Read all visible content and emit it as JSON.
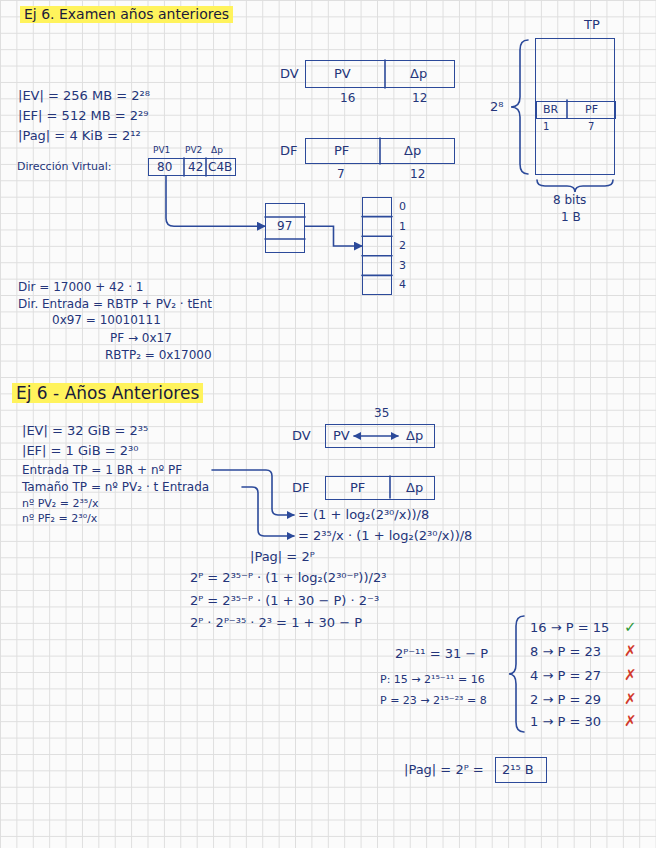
{
  "diagram": {
    "title": "Ej 6. Examen años anteriores",
    "nodes": [
      {
        "text": [
          "DV",
          "PV",
          "Δp"
        ]
      },
      {
        "text": [
          "DF",
          "PF",
          "Δp"
        ]
      },
      {
        "text": [
          "TP"
        ]
      },
      {
        "text": [
          "BR",
          "PF"
        ],
        "in": 2
      },
      {
        "text": [
          "Dirección Virtual:",
          "PV1",
          "PV2",
          "Δp",
          "80",
          "42",
          "C4B"
        ]
      },
      {
        "text": [
          "97"
        ]
      },
      {
        "text": [
          "0",
          "1",
          "2",
          "3",
          "4"
        ]
      },
      {
        "text": [
          "DV",
          "35",
          "PV",
          "Δp"
        ]
      },
      {
        "text": [
          "DF",
          "PF",
          "Δp"
        ]
      },
      {
        "text": [
          "2¹⁵ B"
        ]
      }
    ],
    "edges": [
      {
        "from": 4,
        "to": 5,
        "arrow": "to"
      },
      {
        "from": 5,
        "to": 6,
        "arrow": "to"
      }
    ],
    "labels": [
      "|EV| = 256 MB = 2²⁸",
      "|EF| = 512 MB = 2²⁹",
      "|Pag| = 4 KiB = 2¹²",
      "16",
      "12",
      "7",
      "12",
      "2⁸",
      "1",
      "7",
      "8 bits",
      "1 B",
      "Dir = 17000 + 42 · 1",
      "Dir. Entrada = RBTP + PV₂ · tEnt",
      "0x97 = 10010111",
      "PF → 0x17",
      "RBTP₂ = 0x17000",
      "Ej 6 - Años Anteriores",
      "|EV| = 32 GiB = 2³⁵",
      "|EF| = 1 GiB = 2³⁰",
      "Entrada TP = 1 BR + nº PF",
      "Tamaño TP = nº PV₂ · t Entrada",
      "nº PV₂ = 2³⁵/x",
      "nº PF₂ = 2³⁰/x",
      "= (1 + log₂(2³⁰/x))/8",
      "= 2³⁵/x · (1 + log₂(2³⁰/x))/8",
      "|Pag| = 2ᴾ",
      "2ᴾ = 2³⁵⁻ᴾ · (1 + log₂(2³⁰⁻ᴾ))/2³",
      "2ᴾ = 2³⁵⁻ᴾ · (1 + 30 − P) · 2⁻³",
      "2ᴾ · 2ᴾ⁻³⁵ · 2³ = 1 + 30 − P",
      "2ᴾ⁻¹¹ = 31 − P",
      "P: 15 → 2¹⁵⁻¹¹ = 16",
      "P = 23 → 2¹⁵⁻²³ = 8",
      "16 → P = 15",
      "✓",
      "8 → P = 23",
      "✗",
      "4 → P = 27",
      "✗",
      "2 → P = 29",
      "✗",
      "1 → P = 30",
      "✗",
      "|Pag| = 2ᴾ ="
    ]
  }
}
